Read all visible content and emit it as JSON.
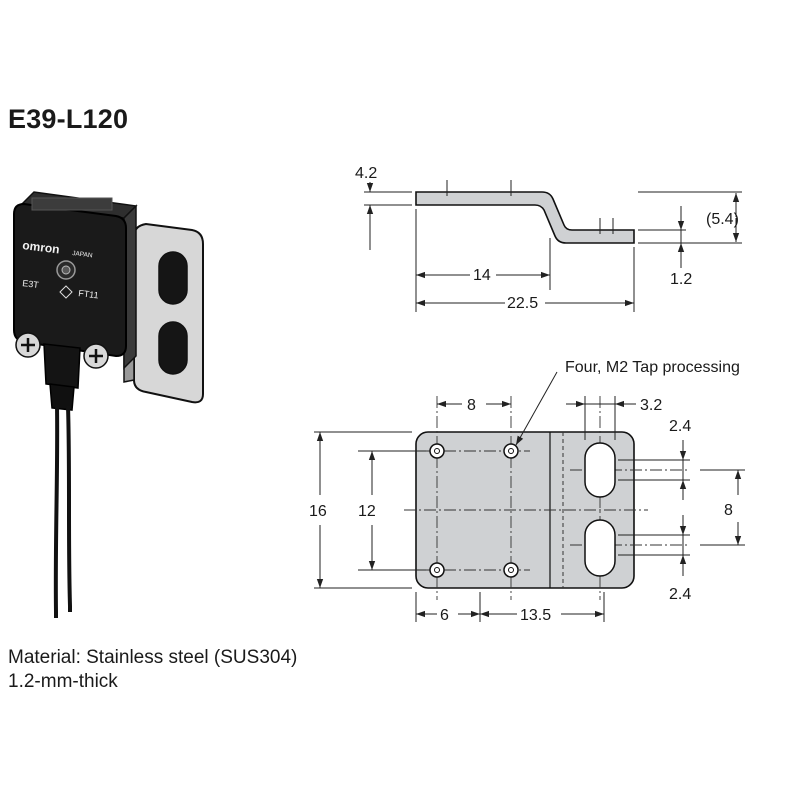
{
  "title": "E39-L120",
  "material": {
    "line1": "Material: Stainless steel (SUS304)",
    "line2": "1.2-mm-thick"
  },
  "sensor_photo": {
    "brand": "omron",
    "origin": "JAPAN",
    "model_left": "E3T",
    "model_right": "FT11"
  },
  "side_view": {
    "dim_height": "4.2",
    "dim_offset": "(5.4)",
    "dim_thickness": "1.2",
    "dim_flat": "14",
    "dim_total": "22.5"
  },
  "top_view": {
    "callout": "Four, M2 Tap processing",
    "dim_hole_pitch_x": "8",
    "dim_slot_offset": "3.2",
    "dim_slot_width_top": "2.4",
    "dim_height": "16",
    "dim_hole_pitch_y": "12",
    "dim_slot_pitch": "8",
    "dim_slot_width_bottom": "2.4",
    "dim_edge": "6",
    "dim_span": "13.5"
  },
  "colors": {
    "part_fill": "#cfd1d3",
    "line": "#111111"
  }
}
